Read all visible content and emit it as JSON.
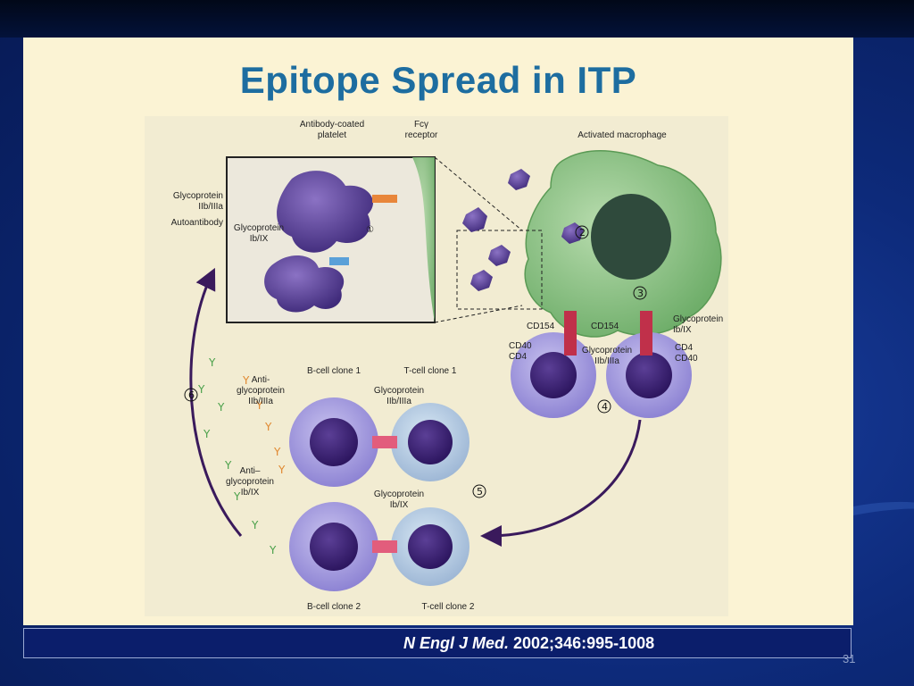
{
  "slide": {
    "title": "Epitope Spread in ITP",
    "page_number": "31",
    "citation": {
      "journal": "N Engl J Med.",
      "ref": " 2002;346:995-1008"
    }
  },
  "figure": {
    "labels": {
      "antibody_coated_platelet_1": "Antibody-coated",
      "antibody_coated_platelet_2": "platelet",
      "fcy_receptor_1": "Fcγ",
      "fcy_receptor_2": "receptor",
      "activated_macrophage": "Activated macrophage",
      "glycoprotein_iibiiia_1": "Glycoprotein",
      "glycoprotein_iibiiia_2": "IIb/IIIa",
      "autoantibody": "Autoantibody",
      "glycoprotein_ibix_1": "Glycoprotein",
      "glycoprotein_ibix_2": "Ib/IX",
      "cd154_left": "CD154",
      "cd154_right": "CD154",
      "glycoprotein_ibix_right_1": "Glycoprotein",
      "glycoprotein_ibix_right_2": "Ib/IX",
      "cd40_left": "CD40",
      "cd4_left": "CD4",
      "glycoprotein_iibiiia_mid_1": "Glycoprotein",
      "glycoprotein_iibiiia_mid_2": "IIb/IIIa",
      "cd4_right": "CD4",
      "cd40_right": "CD40",
      "bcell_clone1": "B-cell clone 1",
      "tcell_clone1": "T-cell clone 1",
      "anti_gp_iibiiia_1": "Anti-",
      "anti_gp_iibiiia_2": "glycoprotein",
      "anti_gp_iibiiia_3": "IIb/IIIa",
      "gp_iibiiia_bottom_1": "Glycoprotein",
      "gp_iibiiia_bottom_2": "IIb/IIIa",
      "anti_gp_ibix_1": "Anti–",
      "anti_gp_ibix_2": "glycoprotein",
      "anti_gp_ibix_3": "Ib/IX",
      "gp_ibix_bottom_1": "Glycoprotein",
      "gp_ibix_bottom_2": "Ib/IX",
      "bcell_clone2": "B-cell clone 2",
      "tcell_clone2": "T-cell clone 2"
    },
    "steps": [
      "1",
      "2",
      "3",
      "4",
      "5",
      "6"
    ]
  }
}
